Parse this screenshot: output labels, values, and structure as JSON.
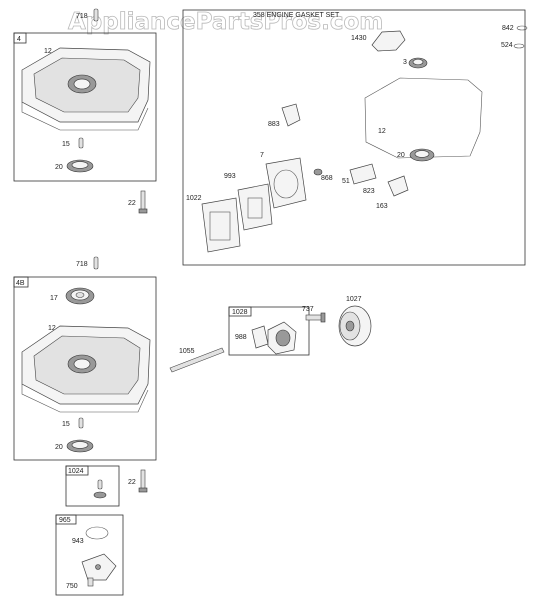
{
  "watermark": "AppliancePartsPros.com",
  "gasket_set_title": "358 ENGINE GASKET SET",
  "labels": {
    "l718a": "718",
    "l718b": "718",
    "box4": "4",
    "box4B": "4B",
    "l12a": "12",
    "l15a": "15",
    "l20a": "20",
    "l22a": "22",
    "l17": "17",
    "l12b": "12",
    "l15b": "15",
    "l20b": "20",
    "l22b": "22",
    "box1024": "1024",
    "box965": "965",
    "l943": "943",
    "l750": "750",
    "l842": "842",
    "l1430": "1430",
    "l524": "524",
    "l3": "3",
    "l883": "883",
    "l12c": "12",
    "l7": "7",
    "l993": "993",
    "l868": "868",
    "l51": "51",
    "l20c": "20",
    "l823": "823",
    "l163": "163",
    "l1022": "1022",
    "box1028": "1028",
    "l988": "988",
    "l737": "737",
    "l1027": "1027",
    "l1055": "1055"
  }
}
